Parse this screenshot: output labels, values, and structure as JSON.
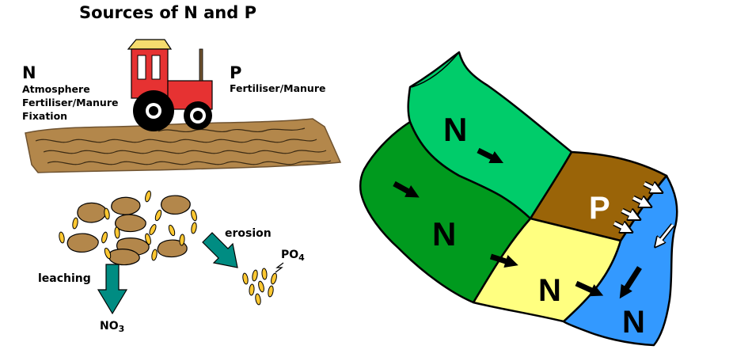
{
  "title": "Sources of N and P",
  "nitrogen": {
    "letter": "N",
    "sources": [
      "Atmosphere",
      "Fertiliser/Manure",
      "Fixation"
    ]
  },
  "phosphorus": {
    "letter": "P",
    "sources": [
      "Fertiliser/Manure"
    ]
  },
  "processes": {
    "erosion": "erosion",
    "leaching": "leaching"
  },
  "products": {
    "po4_main": "PO",
    "po4_sub": "4",
    "no3_main": "NO",
    "no3_sub": "3"
  },
  "catchment": {
    "field_top": "N",
    "field_left": "N",
    "field_brown": "P",
    "field_yellow": "N",
    "water": "N"
  },
  "colors": {
    "soil": "#b3874b",
    "tractor_red": "#e63232",
    "tractor_roof": "#f5dc6e",
    "field_light_green": "#00cc6a",
    "field_dark_green": "#009a1e",
    "field_brown": "#9a6408",
    "field_yellow": "#ffff80",
    "water_blue": "#3399ff",
    "arrow_teal": "#008c82",
    "grain": "#ffc832"
  }
}
